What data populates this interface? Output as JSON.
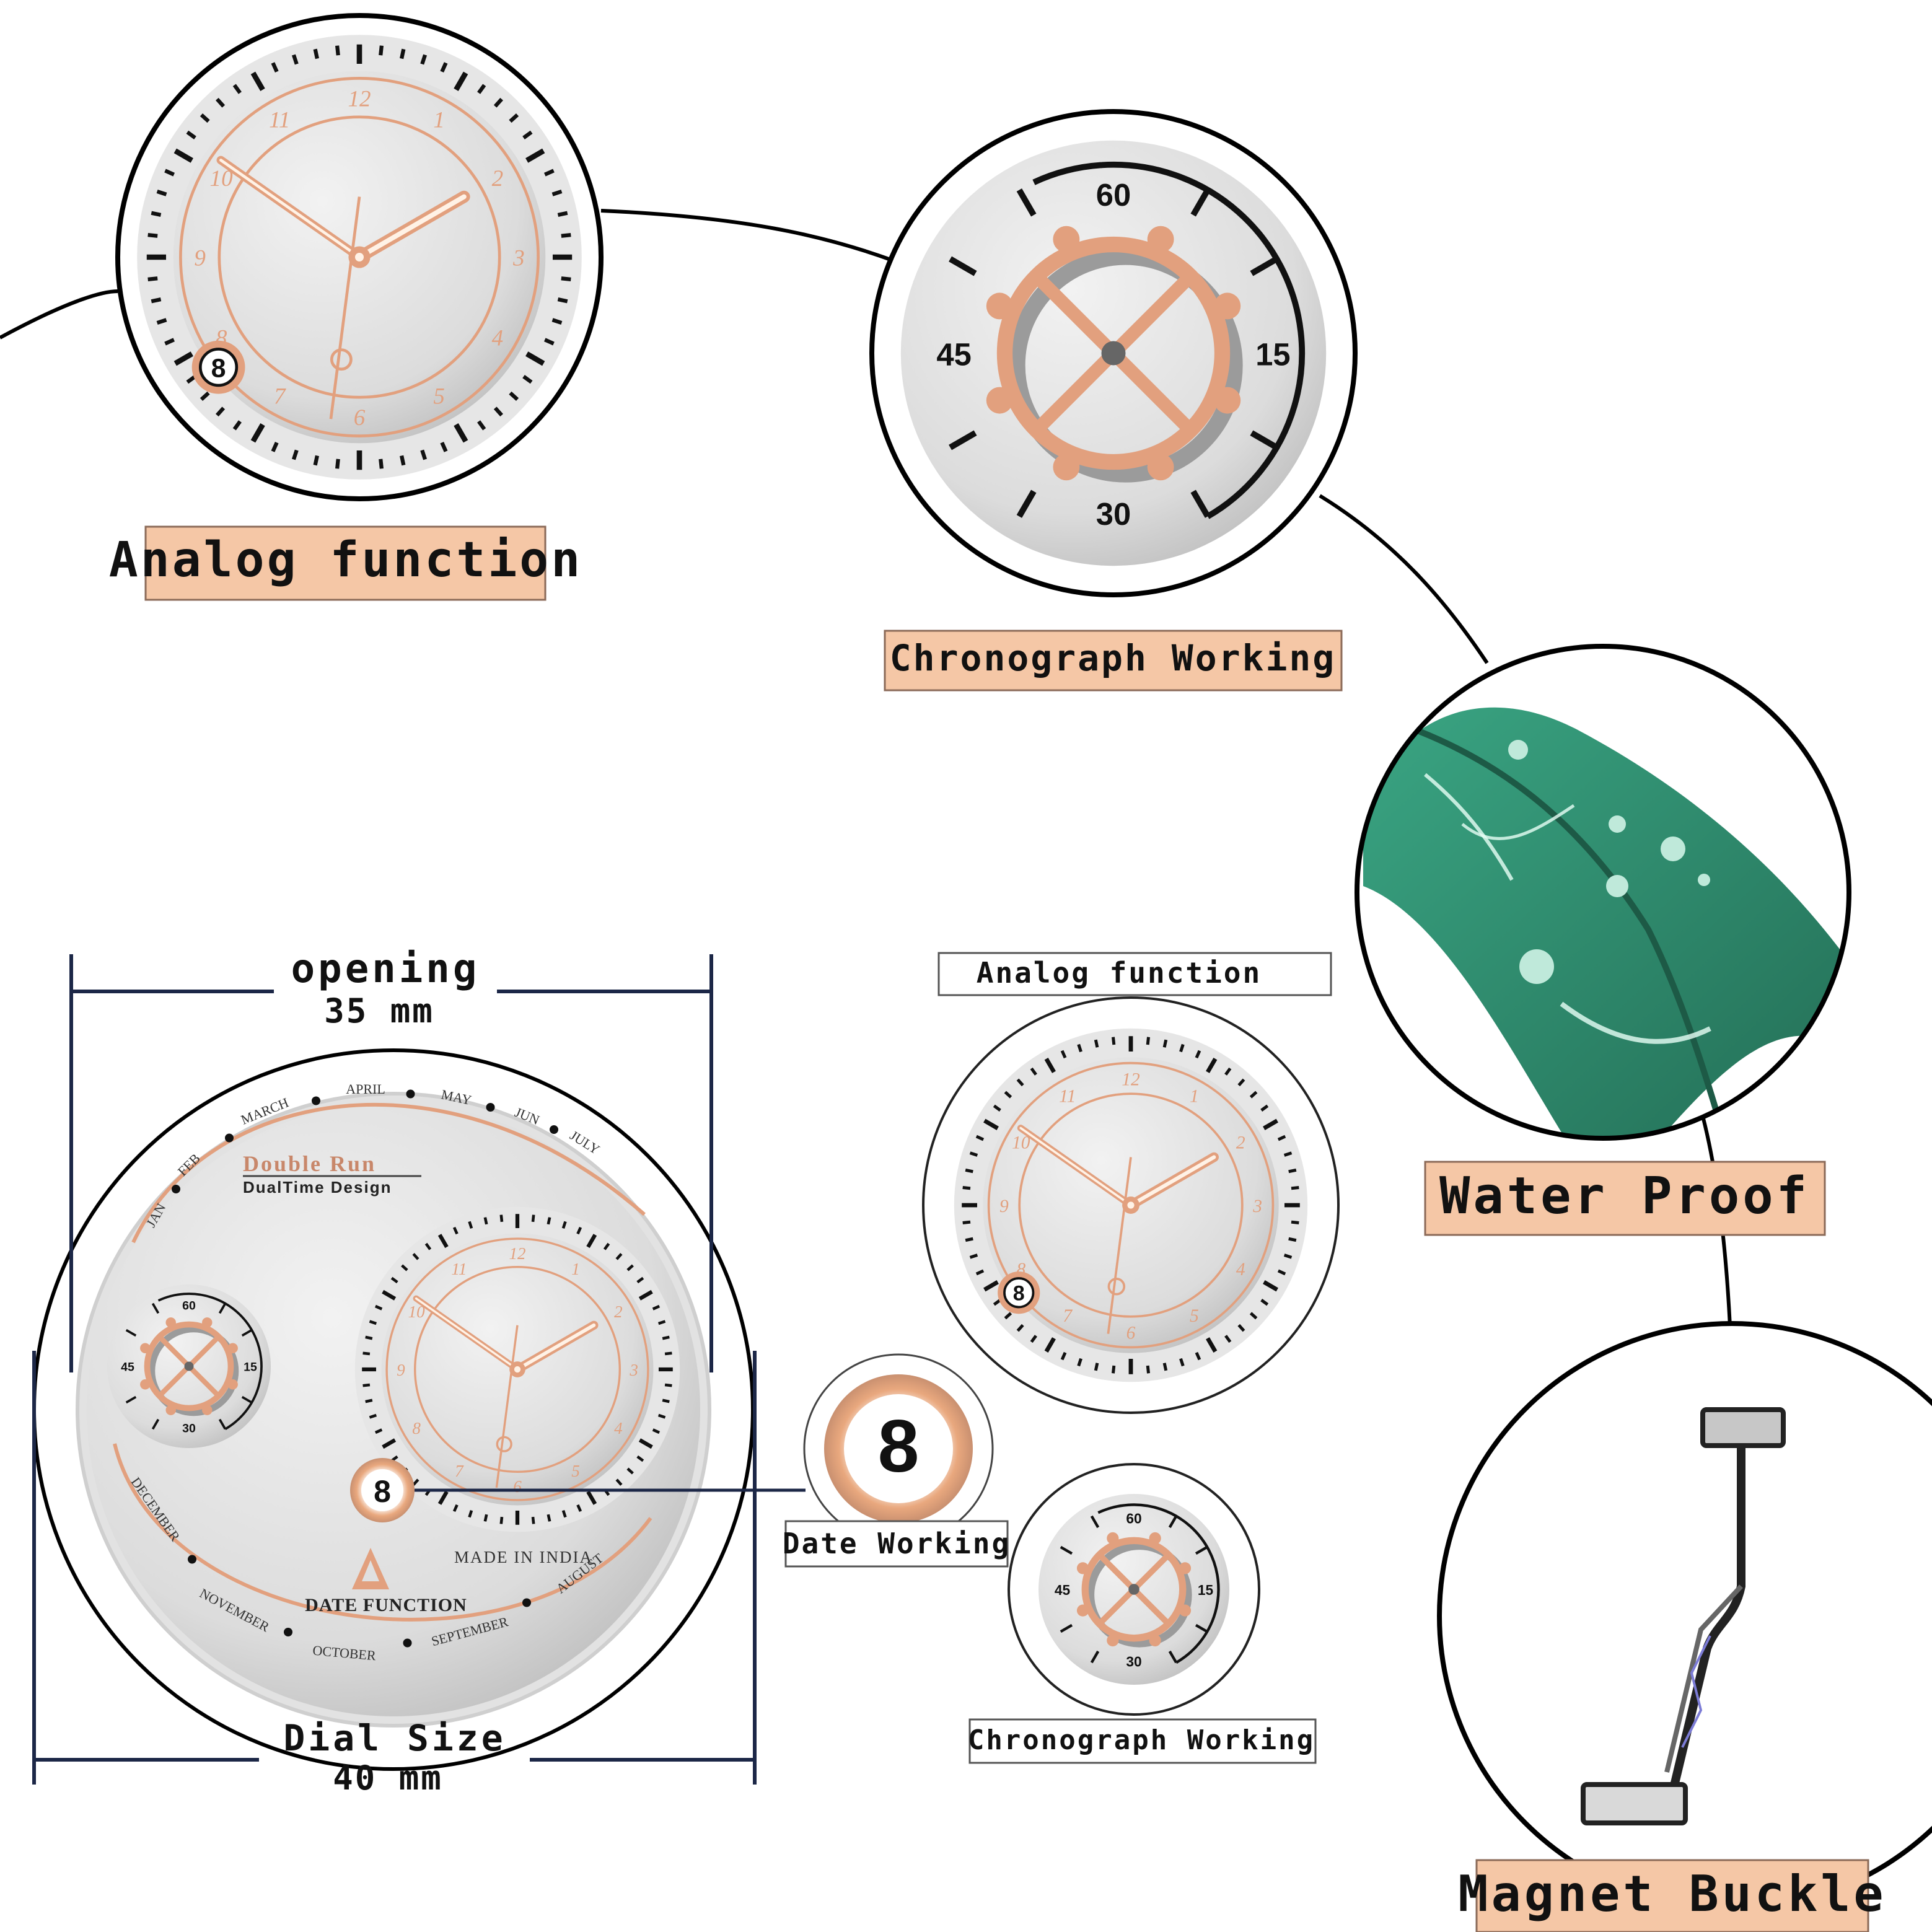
{
  "labels": {
    "analog_top": "Analog function",
    "chrono_top": "Chronograph Working",
    "water": "Water Proof",
    "magnet": "Magnet Buckle",
    "analog_small": "Analog function",
    "chrono_small": "Chronograph Working",
    "date_working": "Date Working"
  },
  "dimensions": {
    "opening_title": "opening",
    "opening_value": "35 mm",
    "dial_title": "Dial Size",
    "dial_value": "40 mm"
  },
  "dial": {
    "brand": "Double Run",
    "tagline": "DualTime Design",
    "made_in": "MADE IN INDIA",
    "date_function": "DATE FUNCTION",
    "date_digit": "8",
    "months_top": [
      "JAN",
      "FEB",
      "MARCH",
      "APRIL",
      "MAY",
      "JUN",
      "JULY"
    ],
    "months_bottom": [
      "DECEMBER",
      "NOVEMBER",
      "OCTOBER",
      "SEPTEMBER",
      "AUGUST"
    ]
  },
  "clock_numerals": [
    "12",
    "1",
    "2",
    "3",
    "4",
    "5",
    "6",
    "7",
    "8",
    "9",
    "10",
    "11"
  ],
  "chrono_numerals": {
    "top": "60",
    "right": "15",
    "bottom": "30",
    "left": "45"
  },
  "colors": {
    "rose_gold": "#e2a07e",
    "label_bg": "#f5c7a6",
    "dial_grey": "#d9d9d9",
    "navy": "#1c2747",
    "strap_green": "#2e8a6c"
  }
}
